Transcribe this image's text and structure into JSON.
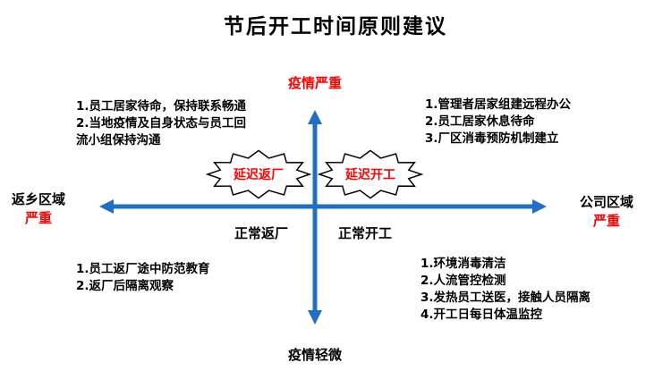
{
  "title": "节后开工时间原则建议",
  "colors": {
    "axis_blue": "#1F6FC5",
    "emphasis_red": "#FF0000"
  },
  "axes": {
    "top_label": "疫情严重",
    "bottom_label": "疫情轻微",
    "left_label_line1": "返乡区域",
    "left_label_line2": "严重",
    "right_label_line1": "公司区域",
    "right_label_line2": "严重"
  },
  "bursts": {
    "left": "延迟返厂",
    "right": "延迟开工"
  },
  "center_labels": {
    "left": "正常返厂",
    "right": "正常开工"
  },
  "quadrants": {
    "top_left": "1.员工居家待命，保持联系畅通\n2.当地疫情及自身状态与员工回\n流小组保持沟通",
    "top_right": "1.管理者居家组建远程办公\n2.员工居家休息待命\n3.厂区消毒预防机制建立",
    "bottom_left": "1.员工返厂途中防范教育\n2.返厂后隔离观察",
    "bottom_right": "1.环境消毒清洁\n2.人流管控检测\n3.发热员工送医，接触人员隔离\n4.开工日每日体温监控"
  }
}
